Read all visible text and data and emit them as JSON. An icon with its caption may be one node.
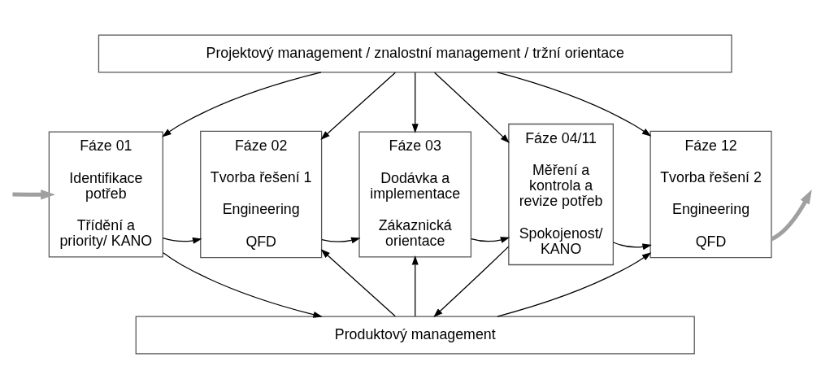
{
  "diagram": {
    "nodes": [
      {
        "text": [
          "Projektový management / znalostní management / tržní orientace"
        ]
      },
      {
        "text": [
          "Fáze 01",
          "Identifikace potřeb",
          "Třídění a priority/ KANO"
        ]
      },
      {
        "text": [
          "Fáze 02",
          "Tvorba řešení 1",
          "Engineering",
          "QFD"
        ]
      },
      {
        "text": [
          "Fáze 03",
          "Dodávka a implementace",
          "Zákaznická orientace"
        ]
      },
      {
        "text": [
          "Fáze 04/11",
          "Měření a kontrola a revize potřeb",
          "Spokojenost/ KANO"
        ]
      },
      {
        "text": [
          "Fáze 12",
          "Tvorba řešení 2",
          "Engineering",
          "QFD"
        ]
      },
      {
        "text": [
          "Produktový management"
        ]
      }
    ],
    "edges": [
      {
        "from": 0,
        "to": 1,
        "arrow": "to"
      },
      {
        "from": 0,
        "to": 2,
        "arrow": "to"
      },
      {
        "from": 0,
        "to": 3,
        "arrow": "to"
      },
      {
        "from": 0,
        "to": 4,
        "arrow": "to"
      },
      {
        "from": 0,
        "to": 5,
        "arrow": "to"
      },
      {
        "from": null,
        "to": 1,
        "arrow": "to",
        "style": "thick",
        "color": "#a0a0a0"
      },
      {
        "from": 1,
        "to": 2,
        "arrow": "to"
      },
      {
        "from": 2,
        "to": 3,
        "arrow": "to"
      },
      {
        "from": 3,
        "to": 4,
        "arrow": "to"
      },
      {
        "from": 4,
        "to": 5,
        "arrow": "to"
      },
      {
        "from": 5,
        "to": null,
        "arrow": "to",
        "style": "thick",
        "color": "#a0a0a0"
      },
      {
        "from": 1,
        "to": 6,
        "arrow": "to"
      },
      {
        "from": 6,
        "to": 2,
        "arrow": "to"
      },
      {
        "from": 6,
        "to": 3,
        "arrow": "to"
      },
      {
        "from": 4,
        "to": 6,
        "arrow": "to"
      },
      {
        "from": 6,
        "to": 5,
        "arrow": "to"
      }
    ]
  }
}
